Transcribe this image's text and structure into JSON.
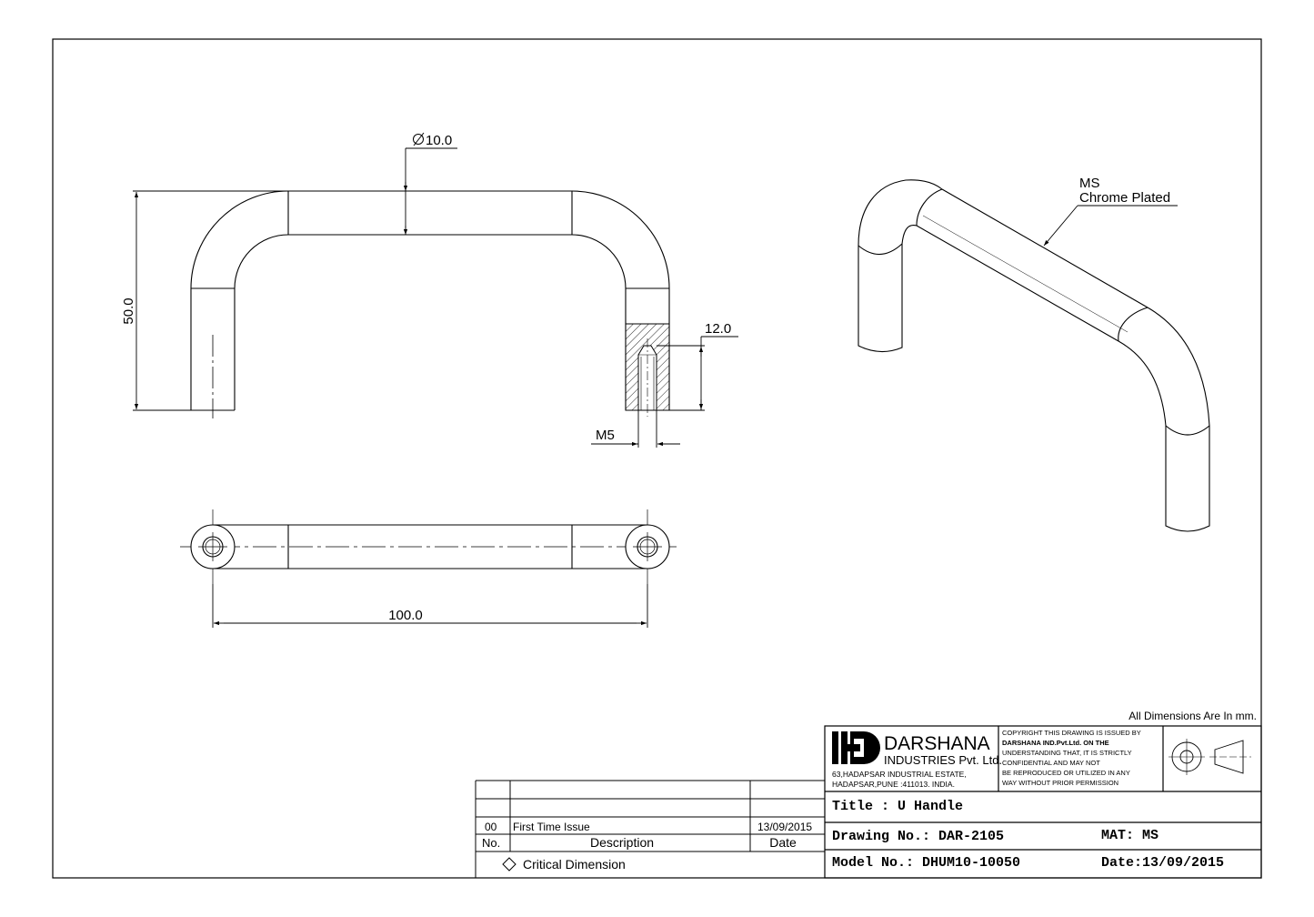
{
  "drawing": {
    "dim_diameter": "10.0",
    "dim_height": "50.0",
    "dim_thread_depth": "12.0",
    "dim_thread": "M5",
    "dim_centers": "100.0",
    "note_material_line1": "MS",
    "note_material_line2": "Chrome Plated"
  },
  "title_block": {
    "units_note": "All Dimensions Are In mm.",
    "company_name": "DARSHANA",
    "company_sub": "INDUSTRIES Pvt. Ltd.",
    "address_line1": "63,HADAPSAR INDUSTRIAL ESTATE,",
    "address_line2": "HADAPSAR,PUNE :411013. INDIA.",
    "copyright_lines": [
      "COPYRIGHT THIS DRAWING IS ISSUED BY",
      "DARSHANA IND.Pvt.Ltd. ON THE",
      "UNDERSTANDING THAT, IT IS STRICTLY",
      "CONFIDENTIAL AND MAY NOT",
      "BE REPRODUCED OR UTILIZED IN ANY",
      "WAY WITHOUT PRIOR PERMISSION"
    ],
    "title": "Title : U Handle",
    "drawing_no": "Drawing No.: DAR-2105",
    "material": "MAT: MS",
    "model_no": "Model No.: DHUM10-10050",
    "date": "Date:13/09/2015"
  },
  "revision_table": {
    "header_no": "No.",
    "header_description": "Description",
    "header_date": "Date",
    "rows": [
      {
        "no": "00",
        "description": "First Time Issue",
        "date": "13/09/2015"
      }
    ],
    "legend": "Critical Dimension"
  }
}
